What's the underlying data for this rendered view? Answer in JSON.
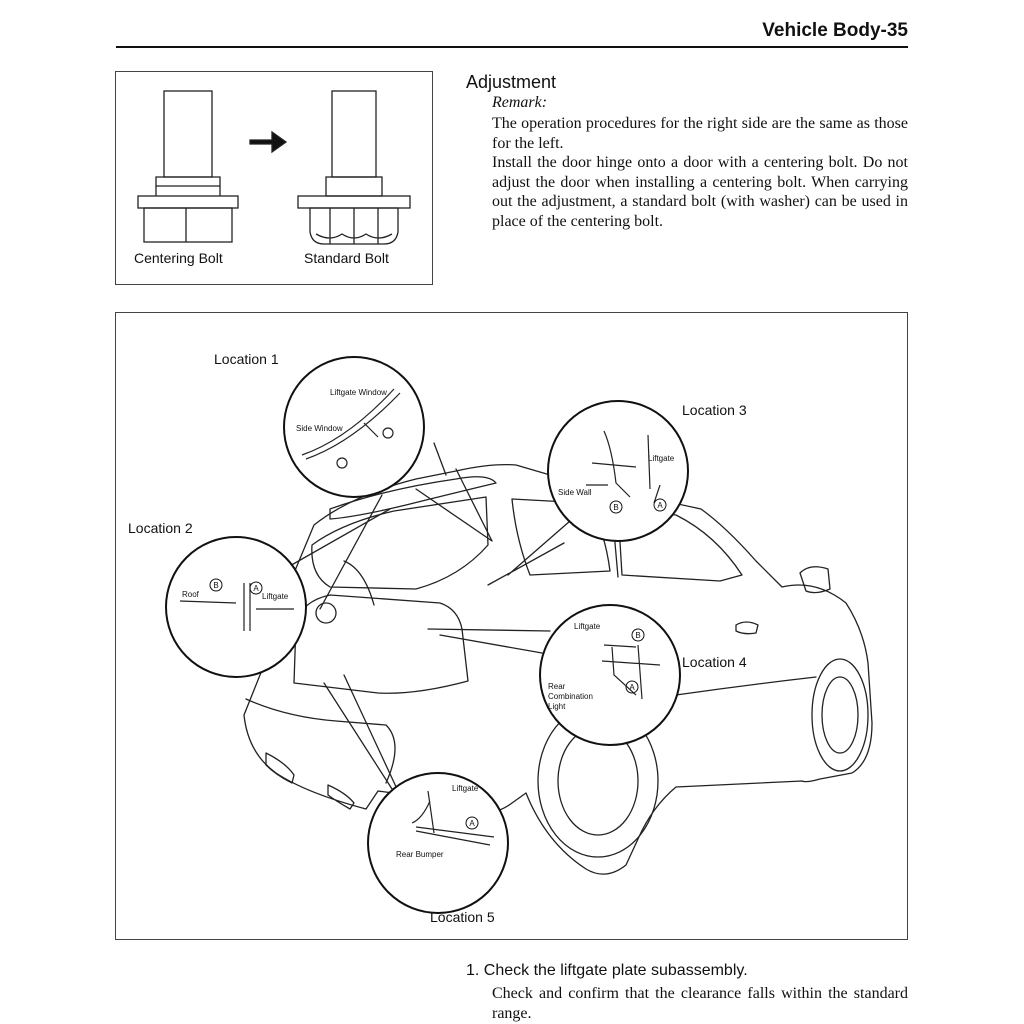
{
  "header": {
    "title": "Vehicle Body-35"
  },
  "bolt_figure": {
    "centering_label": "Centering Bolt",
    "standard_label": "Standard Bolt"
  },
  "adjustment": {
    "title": "Adjustment",
    "remark": "Remark:",
    "paragraph1": "The operation procedures for the right side are the same as those for the left.",
    "paragraph2": "Install the door hinge onto a door with a centering bolt. Do not adjust the door when installing a centering bolt. When carrying out the adjustment, a standard bolt (with washer) can be used in place of the centering bolt."
  },
  "vehicle_figure": {
    "location1": "Location 1",
    "location2": "Location 2",
    "location3": "Location 3",
    "location4": "Location 4",
    "location5": "Location 5",
    "detail_labels": {
      "liftgate_window": "Liftgate Window",
      "side_window": "Side Window",
      "roof": "Roof",
      "liftgate": "Liftgate",
      "side_wall": "Side Wall",
      "rear_combination_light_1": "Rear",
      "rear_combination_light_2": "Combination",
      "rear_combination_light_3": "Light",
      "rear_bumper": "Rear Bumper",
      "marker_a": "A",
      "marker_b": "B"
    }
  },
  "step1": {
    "title": "1.  Check the liftgate plate subassembly.",
    "body": "Check and confirm that the clearance falls within the standard range."
  }
}
